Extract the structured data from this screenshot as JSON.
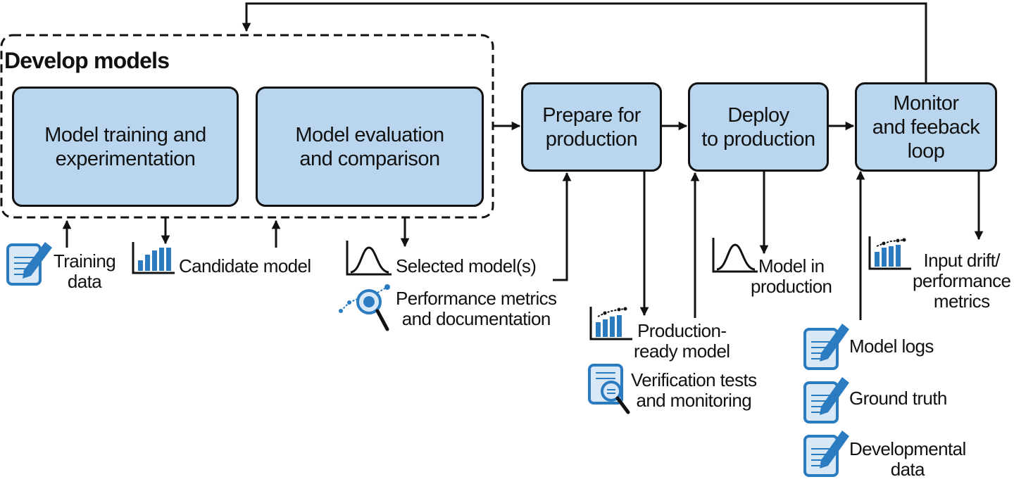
{
  "group": {
    "title": "Develop models"
  },
  "boxes": {
    "training": "Model training and\nexperimentation",
    "evaluation": "Model evaluation\nand comparison",
    "prepare": "Prepare for\nproduction",
    "deploy": "Deploy\nto production",
    "monitor": "Monitor\nand feeback\nloop"
  },
  "labels": {
    "training_data": "Training\ndata",
    "candidate_model": "Candidate model",
    "selected_models": "Selected model(s)",
    "performance_metrics": "Performance metrics\nand documentation",
    "production_ready_model": "Production-\nready model",
    "verification_tests": "Verification tests\nand monitoring",
    "model_in_production": "Model in\nproduction",
    "input_drift": "Input drift/\nperformance\nmetrics",
    "model_logs": "Model logs",
    "ground_truth": "Ground truth",
    "developmental_data": "Developmental\ndata"
  },
  "colors": {
    "box_fill": "#b9d6ee",
    "icon_blue": "#2a7bc0",
    "icon_light": "#d8e8f6",
    "line": "#111111"
  }
}
